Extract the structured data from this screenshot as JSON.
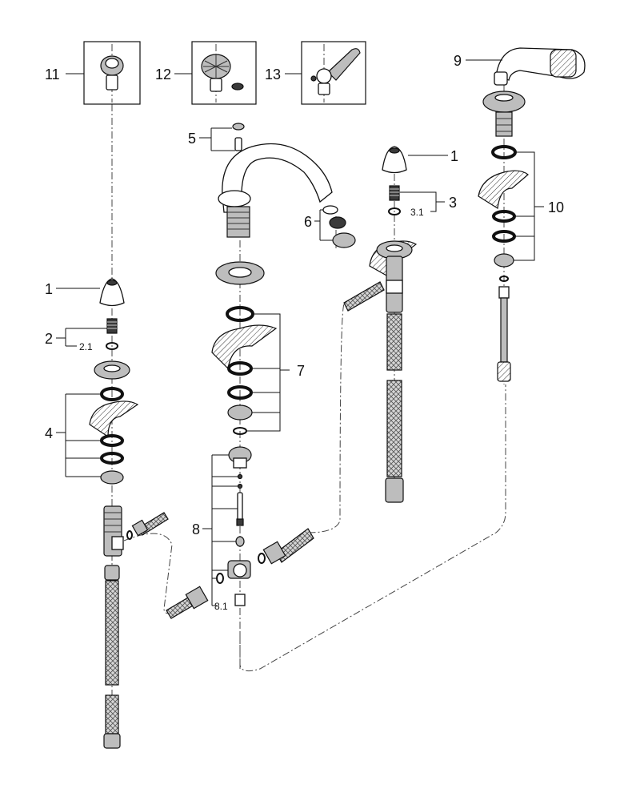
{
  "callouts": {
    "c1a": "1",
    "c1b": "1",
    "c2": "2",
    "c21": "2.1",
    "c3": "3",
    "c31": "3.1",
    "c4": "4",
    "c5": "5",
    "c6": "6",
    "c7": "7",
    "c8": "8",
    "c81": "8.1",
    "c9": "9",
    "c10": "10",
    "c11": "11",
    "c12": "12",
    "c13": "13"
  }
}
